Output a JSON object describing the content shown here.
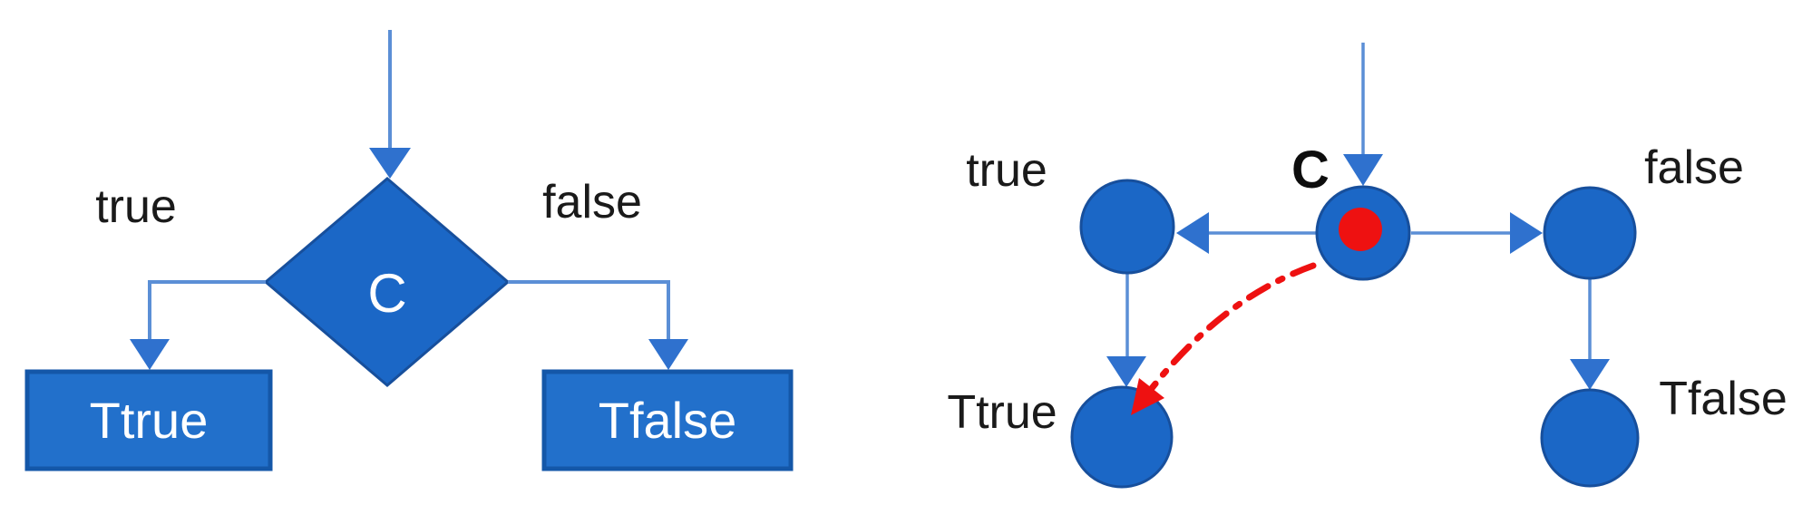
{
  "colors": {
    "shape_blue": "#1b67c6",
    "box_blue": "#2270cb",
    "shape_border_blue": "#174f9c",
    "connector_blue": "#5b8fd6",
    "arrowhead_blue": "#2f71ce",
    "token_red": "#ee1111",
    "label_black": "#1a1a1a",
    "label_white": "#ffffff",
    "background": "#ffffff"
  },
  "flowchart": {
    "condition_label": "C",
    "true_branch_label": "true",
    "false_branch_label": "false",
    "true_action_label": "Ttrue",
    "false_action_label": "Tfalse"
  },
  "petri_net": {
    "condition_label": "C",
    "true_place_label": "true",
    "false_place_label": "false",
    "true_action_label": "Ttrue",
    "false_action_label": "Tfalse"
  }
}
